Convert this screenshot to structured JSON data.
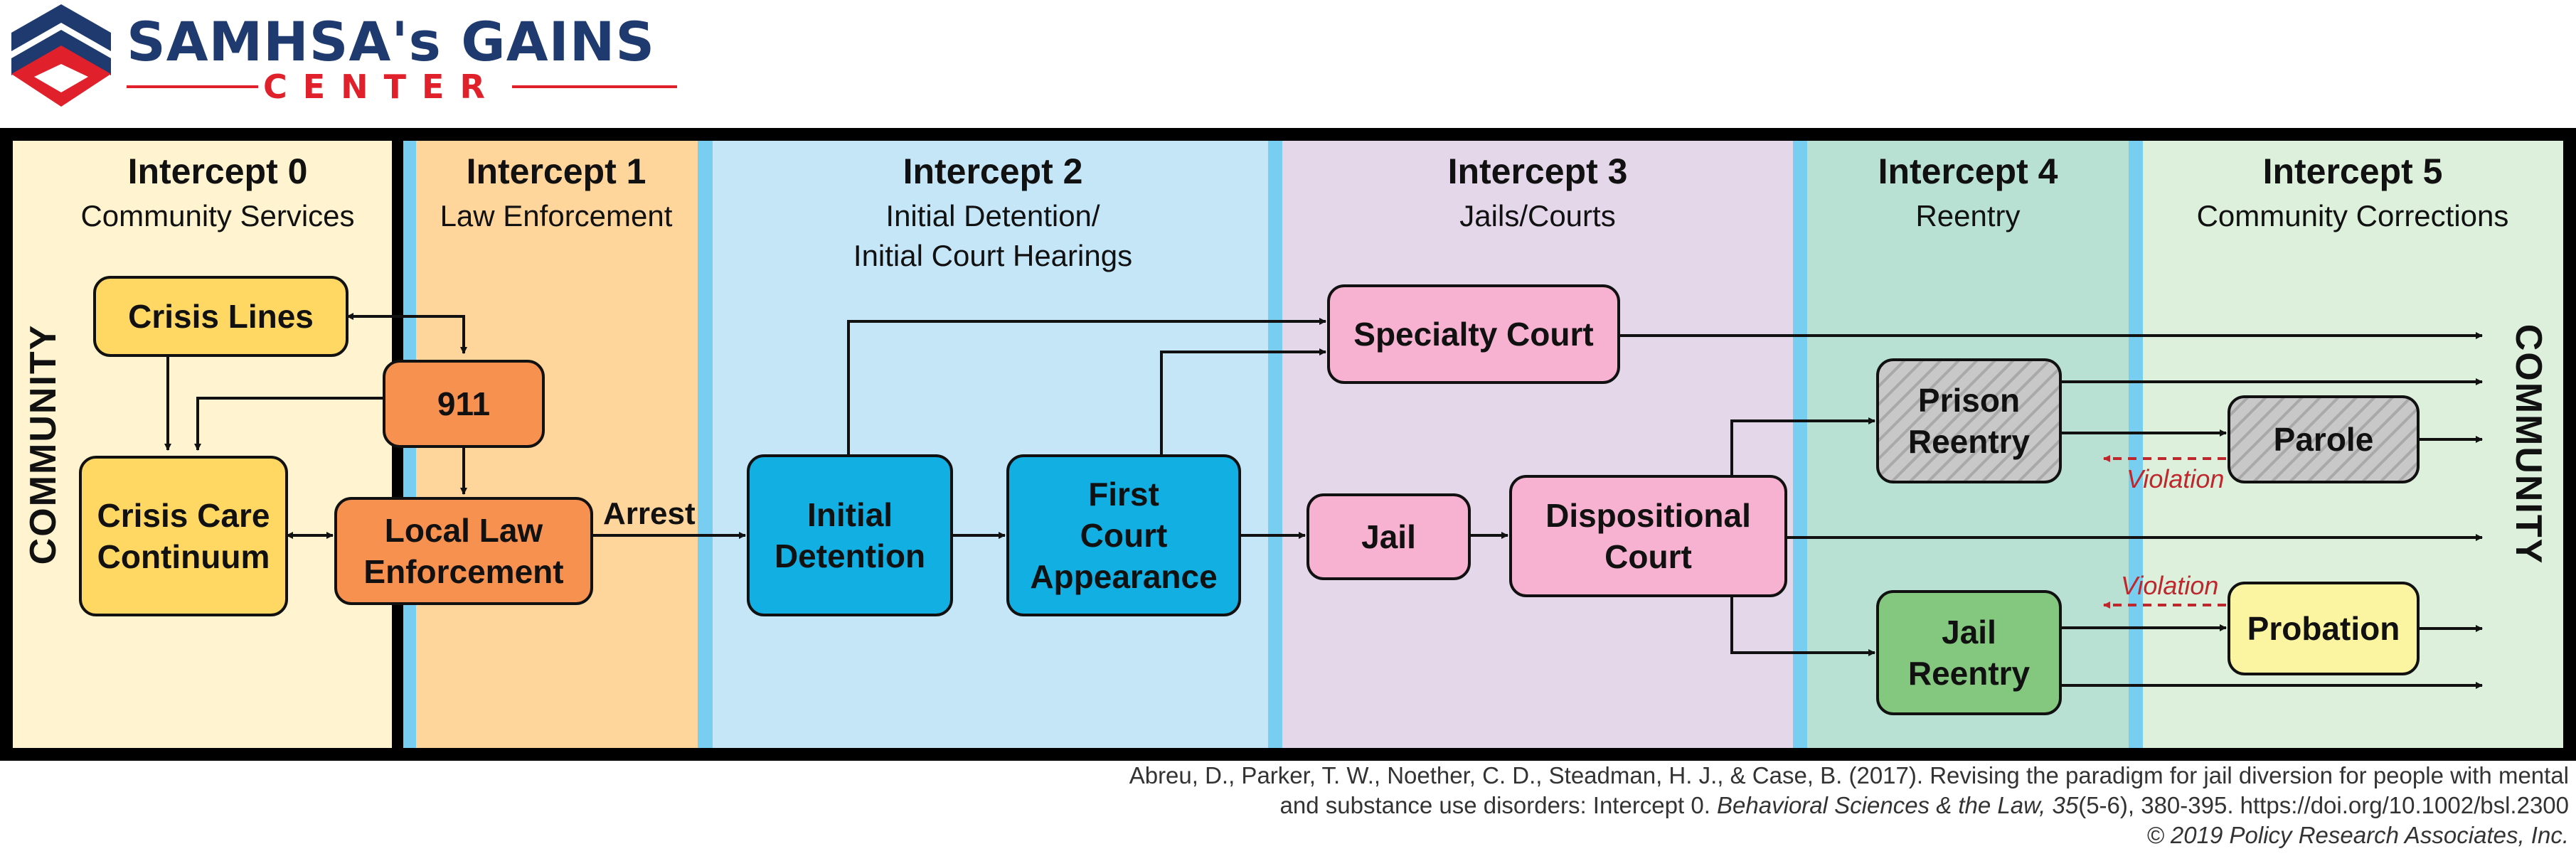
{
  "logo": {
    "title": "SAMHSA's GAINS",
    "subtitle": "CENTER"
  },
  "side_labels": {
    "left": "COMMUNITY",
    "right": "COMMUNITY"
  },
  "intercepts": [
    {
      "title": "Intercept 0",
      "sub": [
        "Community Services"
      ],
      "color": "#fff4cf"
    },
    {
      "title": "Intercept 1",
      "sub": [
        "Law Enforcement"
      ],
      "color": "#fed59a"
    },
    {
      "title": "Intercept 2",
      "sub": [
        "Initial Detention/",
        "Initial Court Hearings"
      ],
      "color": "#c5e6f7"
    },
    {
      "title": "Intercept 3",
      "sub": [
        "Jails/Courts"
      ],
      "color": "#e4d7ea"
    },
    {
      "title": "Intercept 4",
      "sub": [
        "Reentry"
      ],
      "color": "#b8e1d4"
    },
    {
      "title": "Intercept 5",
      "sub": [
        "Community Corrections"
      ],
      "color": "#dcf0dc"
    }
  ],
  "nodes": {
    "crisis_lines": {
      "lines": [
        "Crisis Lines"
      ],
      "color": "#ffd763"
    },
    "n911": {
      "lines": [
        "911"
      ],
      "color": "#f79150"
    },
    "crisis_care": {
      "lines": [
        "Crisis Care",
        "Continuum"
      ],
      "color": "#ffd763"
    },
    "local_law": {
      "lines": [
        "Local Law",
        "Enforcement"
      ],
      "color": "#f79150"
    },
    "initial_detention": {
      "lines": [
        "Initial",
        "Detention"
      ],
      "color": "#12afe3"
    },
    "first_court": {
      "lines": [
        "First",
        "Court",
        "Appearance"
      ],
      "color": "#12afe3"
    },
    "specialty_court": {
      "lines": [
        "Specialty Court"
      ],
      "color": "#f6b2d0"
    },
    "jail": {
      "lines": [
        "Jail"
      ],
      "color": "#f6b2d0"
    },
    "dispositional_court": {
      "lines": [
        "Dispositional",
        "Court"
      ],
      "color": "#f6b2d0"
    },
    "prison_reentry": {
      "lines": [
        "Prison",
        "Reentry"
      ],
      "color": "#c8c8c8"
    },
    "parole": {
      "lines": [
        "Parole"
      ],
      "color": "#c8c8c8"
    },
    "jail_reentry": {
      "lines": [
        "Jail",
        "Reentry"
      ],
      "color": "#84c77f"
    },
    "probation": {
      "lines": [
        "Probation"
      ],
      "color": "#fbf4a0"
    }
  },
  "labels": {
    "arrest": "Arrest",
    "violation": "Violation"
  },
  "citation": {
    "line1": "Abreu, D., Parker, T. W., Noether, C. D., Steadman, H. J., & Case, B. (2017). Revising the paradigm for jail diversion for people with mental",
    "line2_pre": "and substance use disorders: Intercept 0. ",
    "line2_journal": "Behavioral Sciences & the Law, 35",
    "line2_post": "(5-6), 380-395. https://doi.org/10.1002/bsl.2300",
    "copyright": "© 2019 Policy Research Associates, Inc."
  }
}
